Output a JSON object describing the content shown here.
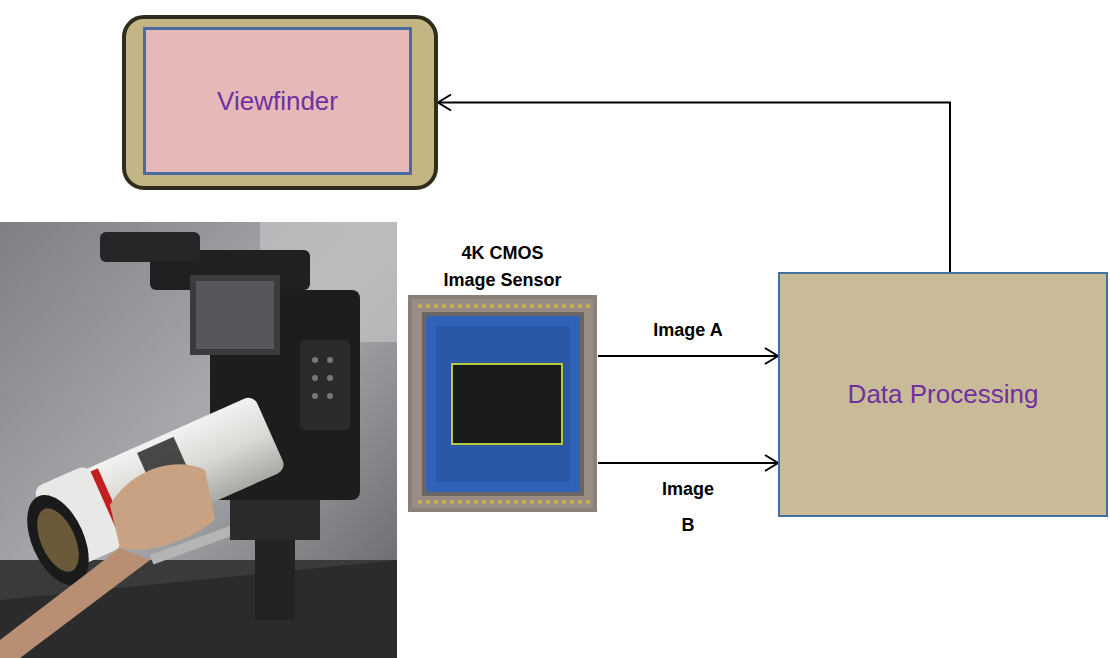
{
  "diagram": {
    "nodes": [
      {
        "text": [
          "Viewfinder"
        ]
      },
      {
        "text": [
          "4K CMOS Image Sensor"
        ]
      },
      {
        "text": [
          "Data Processing"
        ]
      }
    ],
    "edges": [
      {
        "from": 1,
        "to": 2,
        "label": "Image A",
        "arrow": "to"
      },
      {
        "from": 1,
        "to": 2,
        "label": "Image B",
        "arrow": "to"
      },
      {
        "from": 2,
        "to": 0,
        "arrow": "to"
      }
    ]
  }
}
